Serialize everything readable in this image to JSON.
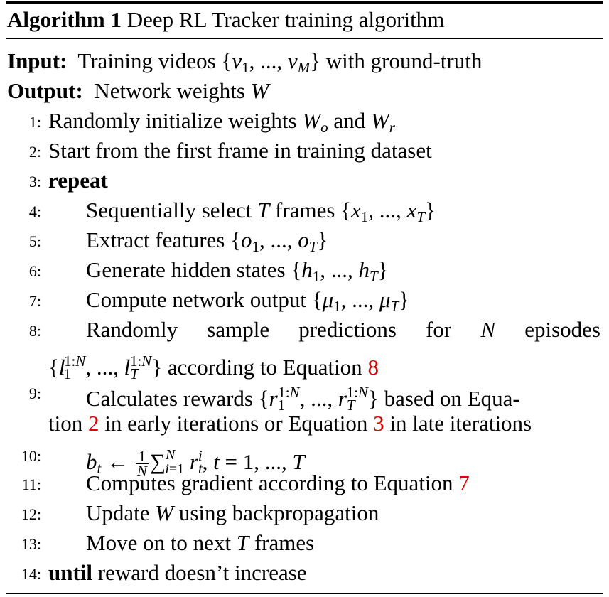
{
  "algorithm": {
    "label": "Algorithm 1",
    "title": "Deep RL Tracker training algorithm"
  },
  "input": {
    "label": "Input:",
    "text_before": "Training videos ",
    "math": "{v₁, ..., v_M}",
    "text_after": " with ground-truth"
  },
  "output": {
    "label": "Output:",
    "text": "Network weights ",
    "math": "W"
  },
  "steps": [
    {
      "num": "1:",
      "text": "Randomly initialize weights W_o and W_r"
    },
    {
      "num": "2:",
      "text": "Start from the first frame in training dataset"
    },
    {
      "num": "3:",
      "keyword": "repeat"
    },
    {
      "num": "4:",
      "text": "Sequentially select T frames {x₁, ..., x_T}"
    },
    {
      "num": "5:",
      "text": "Extract features {o₁, ..., o_T}"
    },
    {
      "num": "6:",
      "text": "Generate hidden states {h₁, ..., h_T}"
    },
    {
      "num": "7:",
      "text": "Compute network output {μ₁, ..., μ_T}"
    },
    {
      "num": "8:",
      "text": "Randomly sample predictions for N episodes {l₁^{1:N}, ..., l_T^{1:N}} according to Equation 8",
      "ref": "8"
    },
    {
      "num": "9:",
      "text": "Calculates rewards {r₁^{1:N}, ..., r_T^{1:N}} based on Equation 2 in early iterations or Equation 3 in late iterations",
      "refs": [
        "2",
        "3"
      ]
    },
    {
      "num": "10:",
      "text": "b_t ← 1/N Σ_{i=1}^{N} r_t^i, t = 1, ..., T"
    },
    {
      "num": "11:",
      "text": "Computes gradient according to Equation 7",
      "ref": "7"
    },
    {
      "num": "12:",
      "text": "Update W using backpropagation"
    },
    {
      "num": "13:",
      "text": "Move on to next T frames"
    },
    {
      "num": "14:",
      "keyword": "until",
      "text": " reward doesn’t increase"
    }
  ],
  "colors": {
    "text": "#000000",
    "reference_link": "#e00000"
  }
}
